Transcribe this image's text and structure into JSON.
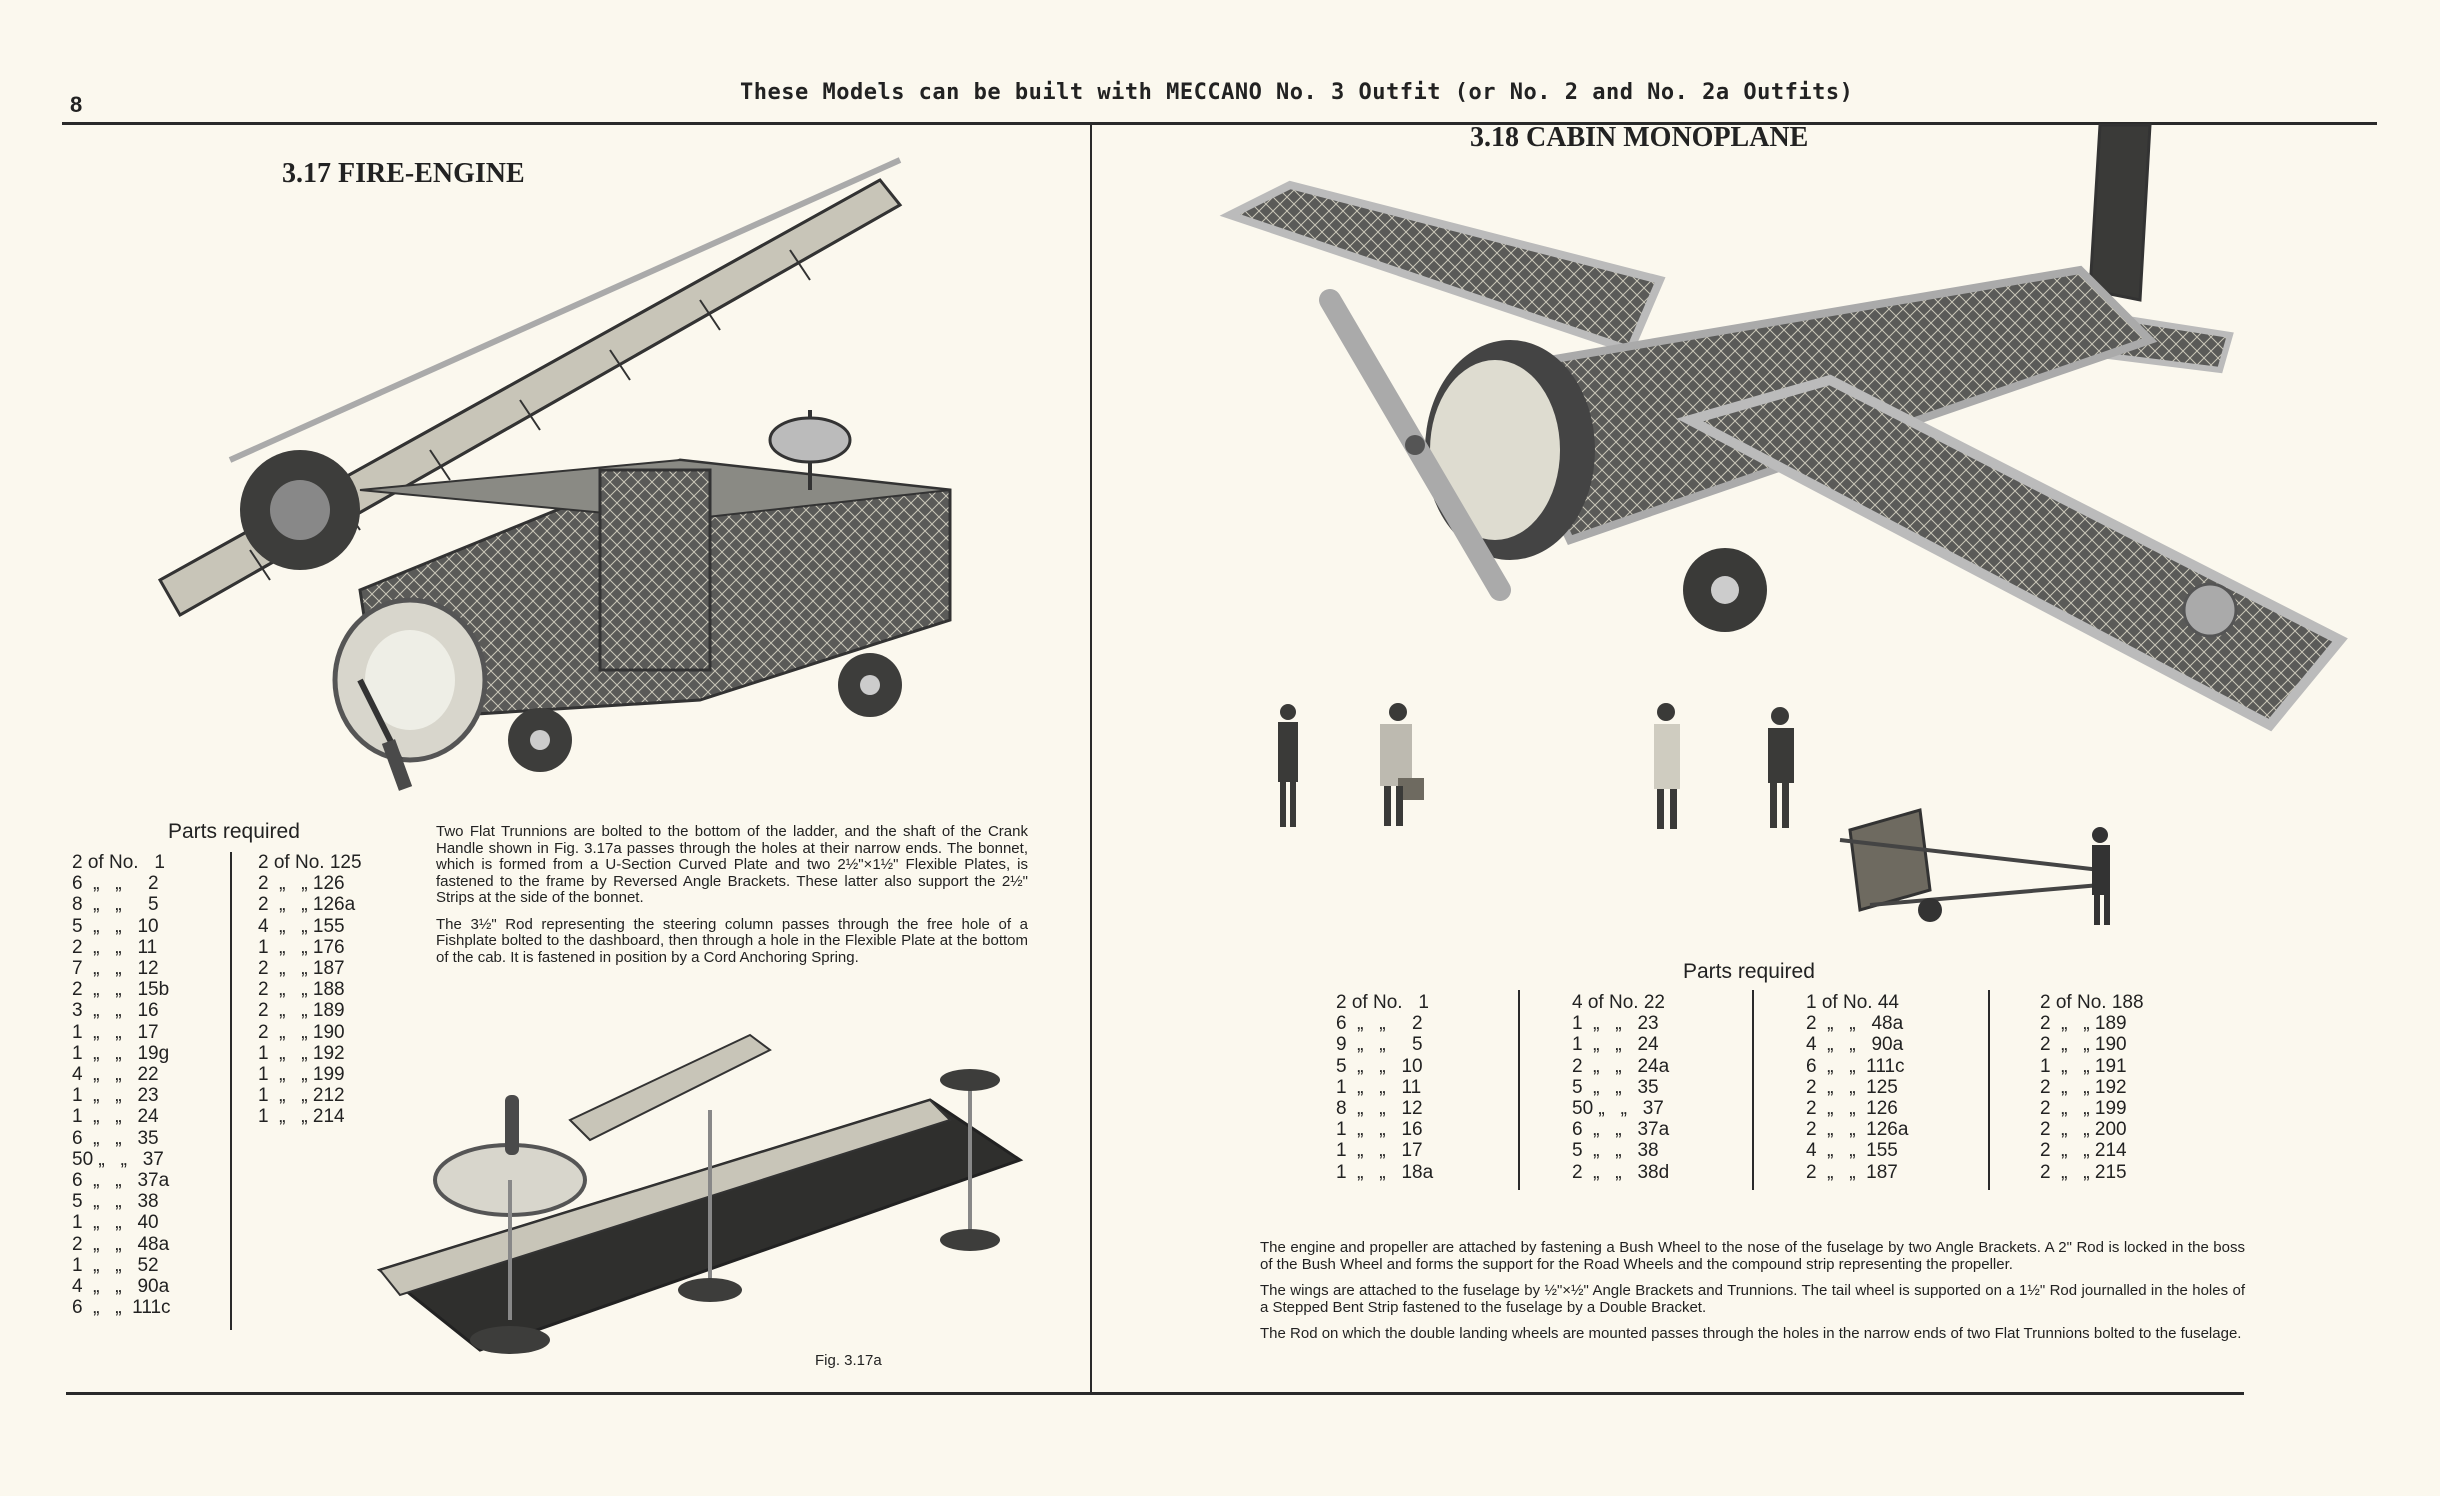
{
  "page_number": "8",
  "header": "These Models can be built with MECCANO No. 3 Outfit (or No. 2 and No. 2a Outfits)",
  "fire_engine": {
    "title": "3.17  FIRE-ENGINE",
    "parts_heading": "Parts required",
    "parts_col1": "2 of No.   1\n6  „   „     2\n8  „   „     5\n5  „   „   10\n2  „   „   11\n7  „   „   12\n2  „   „   15b\n3  „   „   16\n1  „   „   17\n1  „   „   19g\n4  „   „   22\n1  „   „   23\n1  „   „   24\n6  „   „   35\n50 „   „   37\n6  „   „   37a\n5  „   „   38\n1  „   „   40\n2  „   „   48a\n1  „   „   52\n4  „   „   90a\n6  „   „  111c",
    "parts_col2": "2 of No. 125\n2  „   „ 126\n2  „   „ 126a\n4  „   „ 155\n1  „   „ 176\n2  „   „ 187\n2  „   „ 188\n2  „   „ 189\n2  „   „ 190\n1  „   „ 192\n1  „   „ 199\n1  „   „ 212\n1  „   „ 214",
    "para1": "Two Flat Trunnions are bolted to the bottom of the ladder, and the shaft of the Crank Handle shown in Fig. 3.17a passes through the holes at their narrow ends.  The bonnet, which is formed from a U-Section Curved Plate and two 2½\"×1½\" Flexible Plates, is fastened to the frame by Reversed Angle Brackets.  These latter also support the 2½\" Strips at the side of the bonnet.",
    "para2": "The 3½\" Rod representing the steering column passes through the free hole of a Fishplate bolted to the dashboard, then through a hole in the Flexible Plate at the bottom of the cab.  It is fastened in position by a Cord Anchoring Spring.",
    "fig_caption": "Fig. 3.17a"
  },
  "monoplane": {
    "title": "3.18   CABIN MONOPLANE",
    "parts_heading": "Parts required",
    "parts_col1": "2 of No.   1\n6  „   „     2\n9  „   „     5\n5  „   „   10\n1  „   „   11\n8  „   „   12\n1  „   „   16\n1  „   „   17\n1  „   „   18a",
    "parts_col2": "4 of No. 22\n1  „   „   23\n1  „   „   24\n2  „   „   24a\n5  „   „   35\n50 „   „   37\n6  „   „   37a\n5  „   „   38\n2  „   „   38d",
    "parts_col3": "1 of No. 44\n2  „   „   48a\n4  „   „   90a\n6  „   „  111c\n2  „   „  125\n2  „   „  126\n2  „   „  126a\n4  „   „  155\n2  „   „  187",
    "parts_col4": "2 of No. 188\n2  „   „ 189\n2  „   „ 190\n1  „   „ 191\n2  „   „ 192\n2  „   „ 199\n2  „   „ 200\n2  „   „ 214\n2  „   „ 215",
    "para1": "The engine and propeller are attached by fastening a Bush Wheel to the nose of the fuselage by two Angle Brackets.  A 2\" Rod is locked in the boss of the Bush Wheel and forms the support for the Road Wheels and the compound strip representing the propeller.",
    "para2": "The wings are attached to the fuselage by ½\"×½\" Angle Brackets and Trunnions.  The tail wheel is supported on a 1½\" Rod journalled in the holes of a Stepped Bent Strip fastened to the fuselage by a Double Bracket.",
    "para3": "The Rod on which the double landing wheels are mounted passes through the holes in the narrow ends of two Flat Trunnions bolted to the fuselage."
  },
  "colors": {
    "paper": "#fbf8ee",
    "ink": "#222222",
    "metal": "#9a9a92",
    "plate": "#555555"
  },
  "icons": [
    "fire-engine-illustration",
    "fire-engine-underside-illustration",
    "monoplane-illustration",
    "figures-illustration",
    "luggage-trolley-illustration"
  ]
}
